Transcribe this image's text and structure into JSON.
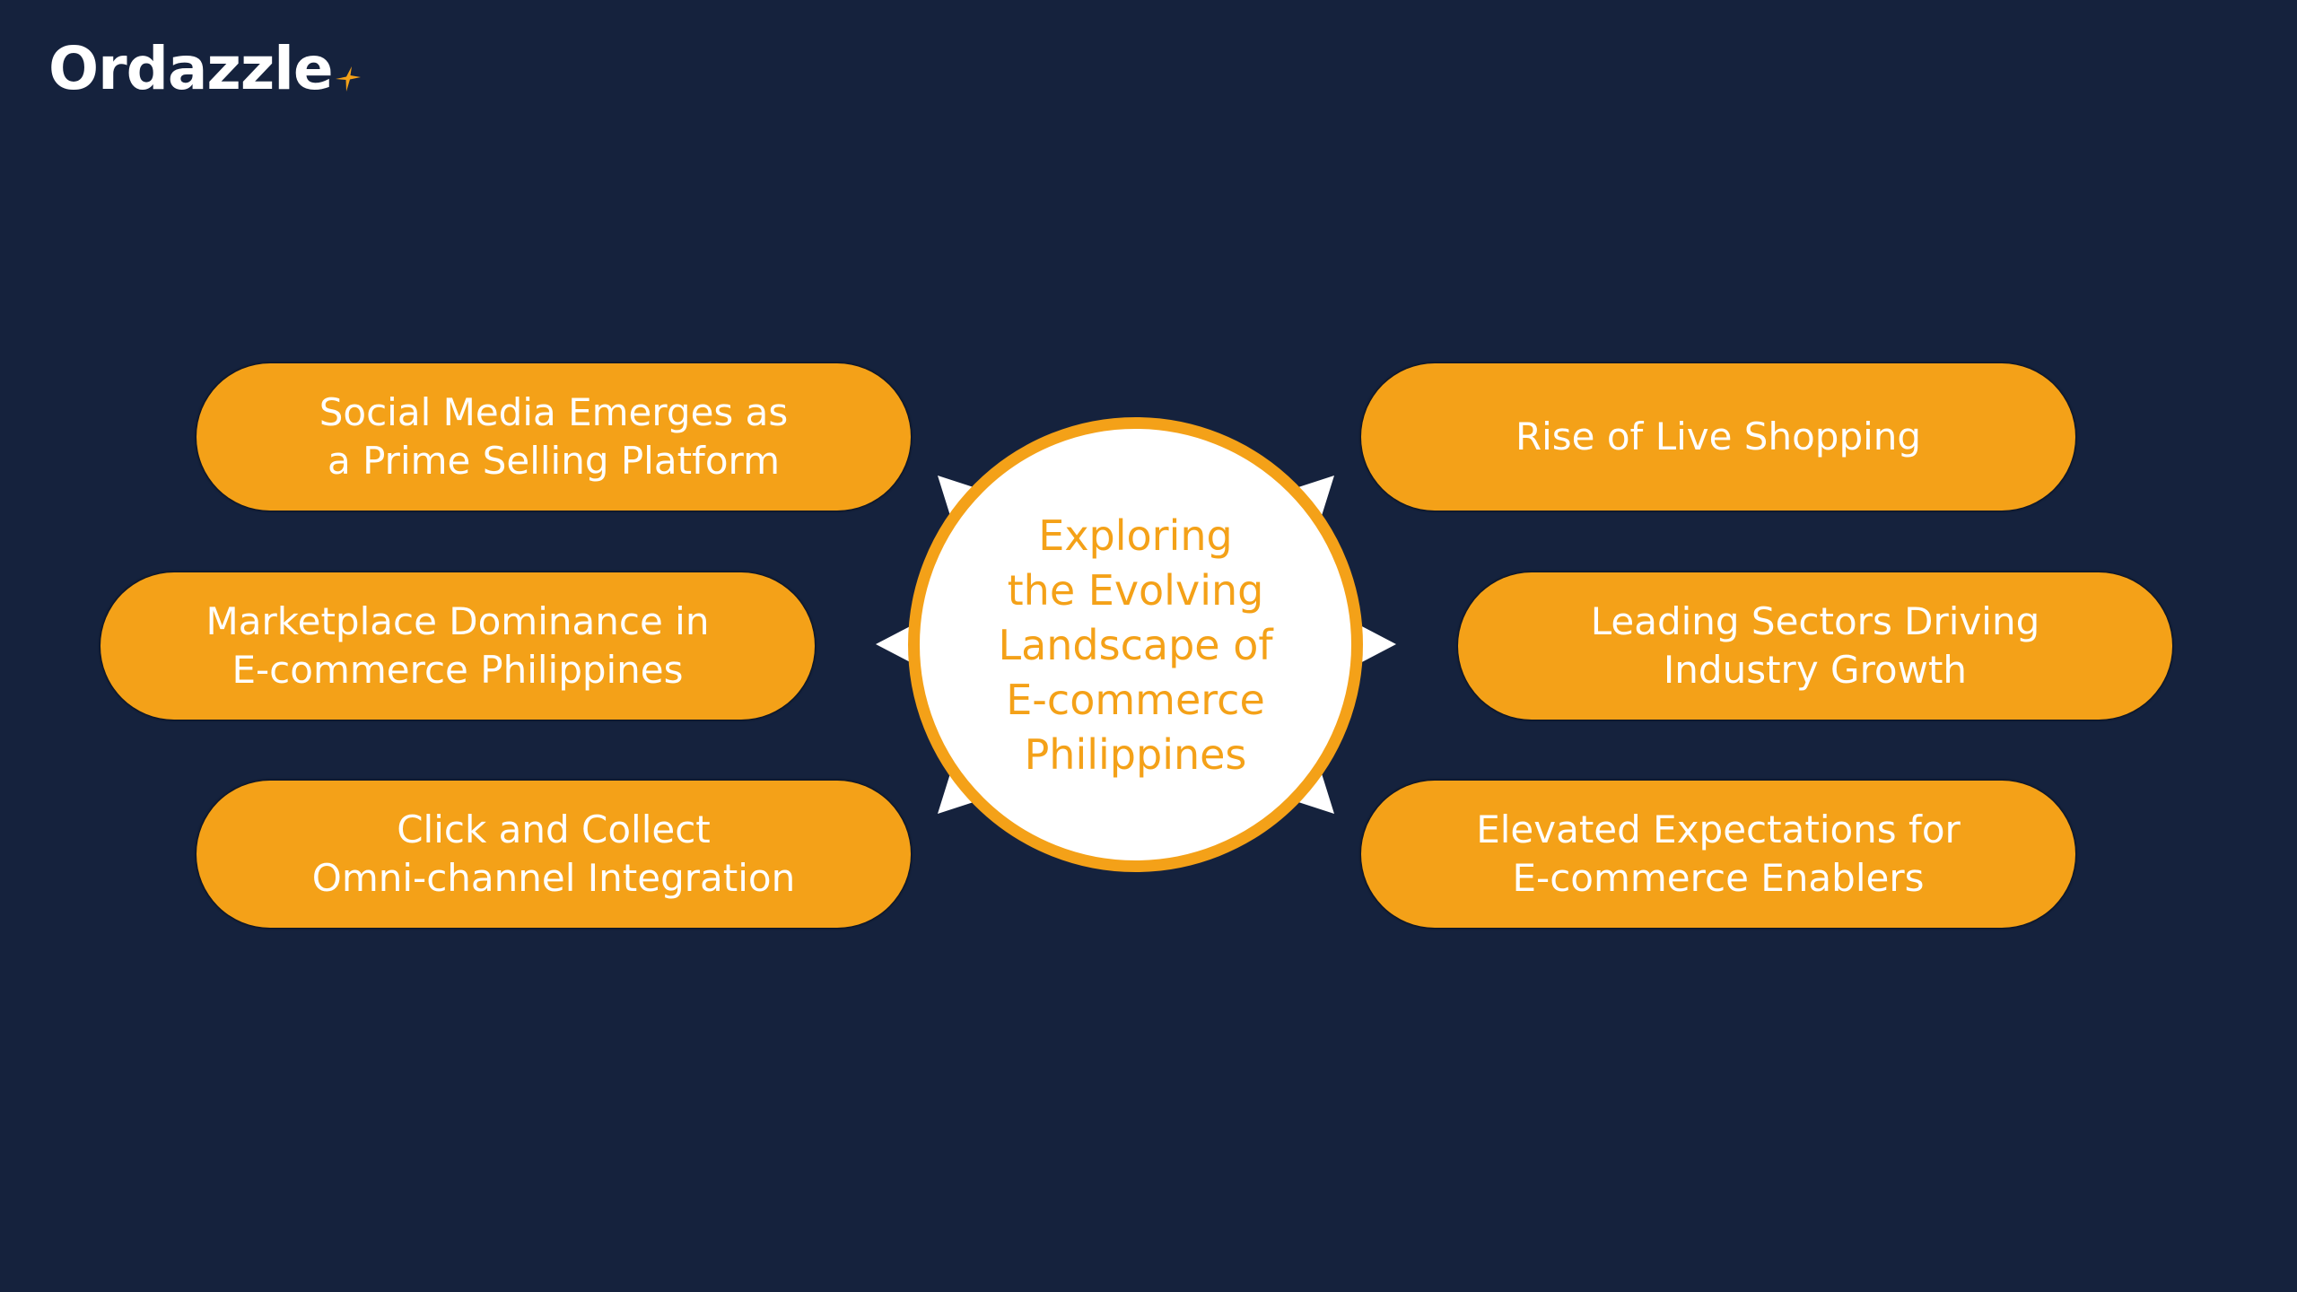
{
  "brand": {
    "name": "Ordazzle",
    "accent_color": "#f4a118",
    "logo_icon": "sparkle-star-icon"
  },
  "colors": {
    "background": "#15223d",
    "pill_fill": "#f4a118",
    "pill_text": "#ffffff",
    "hub_fill": "#ffffff",
    "hub_border": "#f4a118",
    "hub_text": "#f4a118",
    "star_points": "#ffffff"
  },
  "hub": {
    "title": "Exploring\nthe Evolving\nLandscape of\nE-commerce\nPhilippines"
  },
  "topics": {
    "top_left": "Social Media Emerges as\na Prime Selling Platform",
    "middle_left": "Marketplace Dominance in\nE-commerce Philippines",
    "bottom_left": "Click and Collect\nOmni-channel Integration",
    "top_right": "Rise of Live Shopping",
    "middle_right": "Leading Sectors Driving\nIndustry Growth",
    "bottom_right": "Elevated Expectations for\nE-commerce Enablers"
  }
}
